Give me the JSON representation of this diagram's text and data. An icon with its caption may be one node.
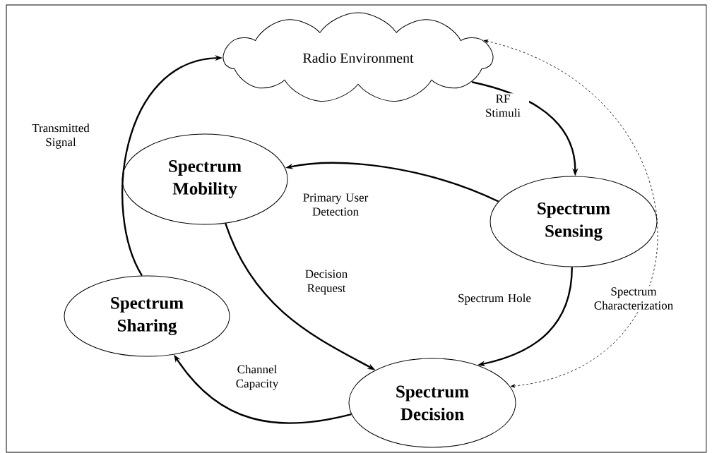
{
  "diagram": {
    "nodes": [
      {
        "text": [
          "Radio Environment"
        ]
      },
      {
        "text": [
          "Spectrum Mobility"
        ]
      },
      {
        "text": [
          "Spectrum Sensing"
        ]
      },
      {
        "text": [
          "Spectrum Sharing"
        ]
      },
      {
        "text": [
          "Spectrum Decision"
        ]
      }
    ],
    "edges": [
      {
        "from": 0,
        "to": 2,
        "arrow": "to",
        "label": "RF Stimuli"
      },
      {
        "from": 2,
        "to": 1,
        "arrow": "to",
        "label": "Primary User Detection"
      },
      {
        "from": 1,
        "to": 4,
        "arrow": "to",
        "label": "Decision Request"
      },
      {
        "from": 2,
        "to": 4,
        "arrow": "to",
        "label": "Spectrum Hole"
      },
      {
        "from": 4,
        "to": 3,
        "arrow": "to",
        "label": "Channel Capacity"
      },
      {
        "from": 3,
        "to": 0,
        "arrow": "to",
        "label": "Transmitted Signal"
      },
      {
        "from": 4,
        "to": 0,
        "arrow": "both",
        "label": "Spectrum Characterization",
        "style": "dashed"
      }
    ]
  }
}
